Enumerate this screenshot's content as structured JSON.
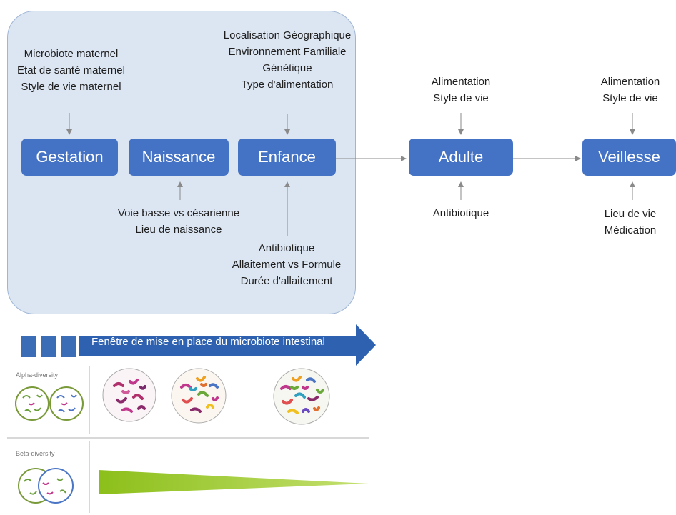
{
  "stages": {
    "gestation": "Gestation",
    "naissance": "Naissance",
    "enfance": "Enfance",
    "adulte": "Adulte",
    "veillesse": "Veillesse"
  },
  "factors": {
    "gestation_top": [
      "Microbiote maternel",
      "Etat de santé maternel",
      "Style de vie maternel"
    ],
    "naissance_bottom": [
      "Voie basse vs césarienne",
      "Lieu de naissance"
    ],
    "enfance_top": [
      "Localisation Géographique",
      "Environnement Familiale",
      "Génétique",
      "Type d'alimentation"
    ],
    "enfance_bottom": [
      "Antibiotique",
      "Allaitement vs Formule",
      "Durée d'allaitement"
    ],
    "adulte_top": [
      "Alimentation",
      "Style de vie"
    ],
    "adulte_bottom": [
      "Antibiotique"
    ],
    "veillesse_top": [
      "Alimentation",
      "Style de vie"
    ],
    "veillesse_bottom": [
      "Lieu de vie",
      "Médication"
    ]
  },
  "window_arrow_label": "Fenêtre de mise en place du microbiote intestinal",
  "alpha_label": "Alpha-diversity",
  "beta_label": "Beta-diversity",
  "colors": {
    "stage_box": "#4472c4",
    "panel": "#dce6f3",
    "arrow": "#2e62b0",
    "beta_wedge": "#9cc81e"
  }
}
